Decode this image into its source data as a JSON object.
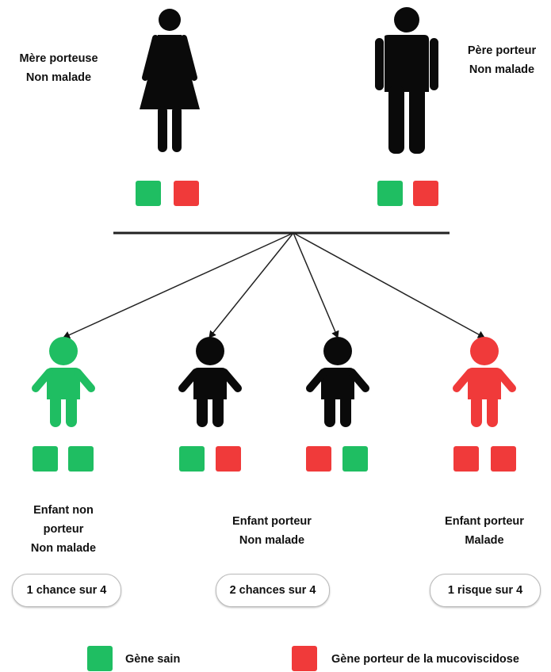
{
  "colors": {
    "healthy": "#1fbe62",
    "carrier": "#f03a3a",
    "person": "#0a0a0a"
  },
  "parents": {
    "mother": {
      "line1": "Mère porteuse",
      "line2": "Non malade",
      "genes": [
        "healthy",
        "carrier"
      ]
    },
    "father": {
      "line1": "Père porteur",
      "line2": "Non malade",
      "genes": [
        "healthy",
        "carrier"
      ]
    }
  },
  "children": [
    {
      "genes": [
        "healthy",
        "healthy"
      ],
      "color": "healthy"
    },
    {
      "genes": [
        "healthy",
        "carrier"
      ],
      "color": "person"
    },
    {
      "genes": [
        "carrier",
        "healthy"
      ],
      "color": "person"
    },
    {
      "genes": [
        "carrier",
        "carrier"
      ],
      "color": "carrier"
    }
  ],
  "outcomes": [
    {
      "lines": [
        "Enfant non",
        "porteur",
        "Non malade"
      ],
      "chance": "1 chance sur 4"
    },
    {
      "lines": [
        "Enfant porteur",
        "Non malade"
      ],
      "chance": "2 chances sur 4"
    },
    {
      "lines": [
        "Enfant porteur",
        "Malade"
      ],
      "chance": "1 risque sur 4"
    }
  ],
  "legend": {
    "healthy": "Gène sain",
    "carrier": "Gène porteur de la mucoviscidose"
  }
}
